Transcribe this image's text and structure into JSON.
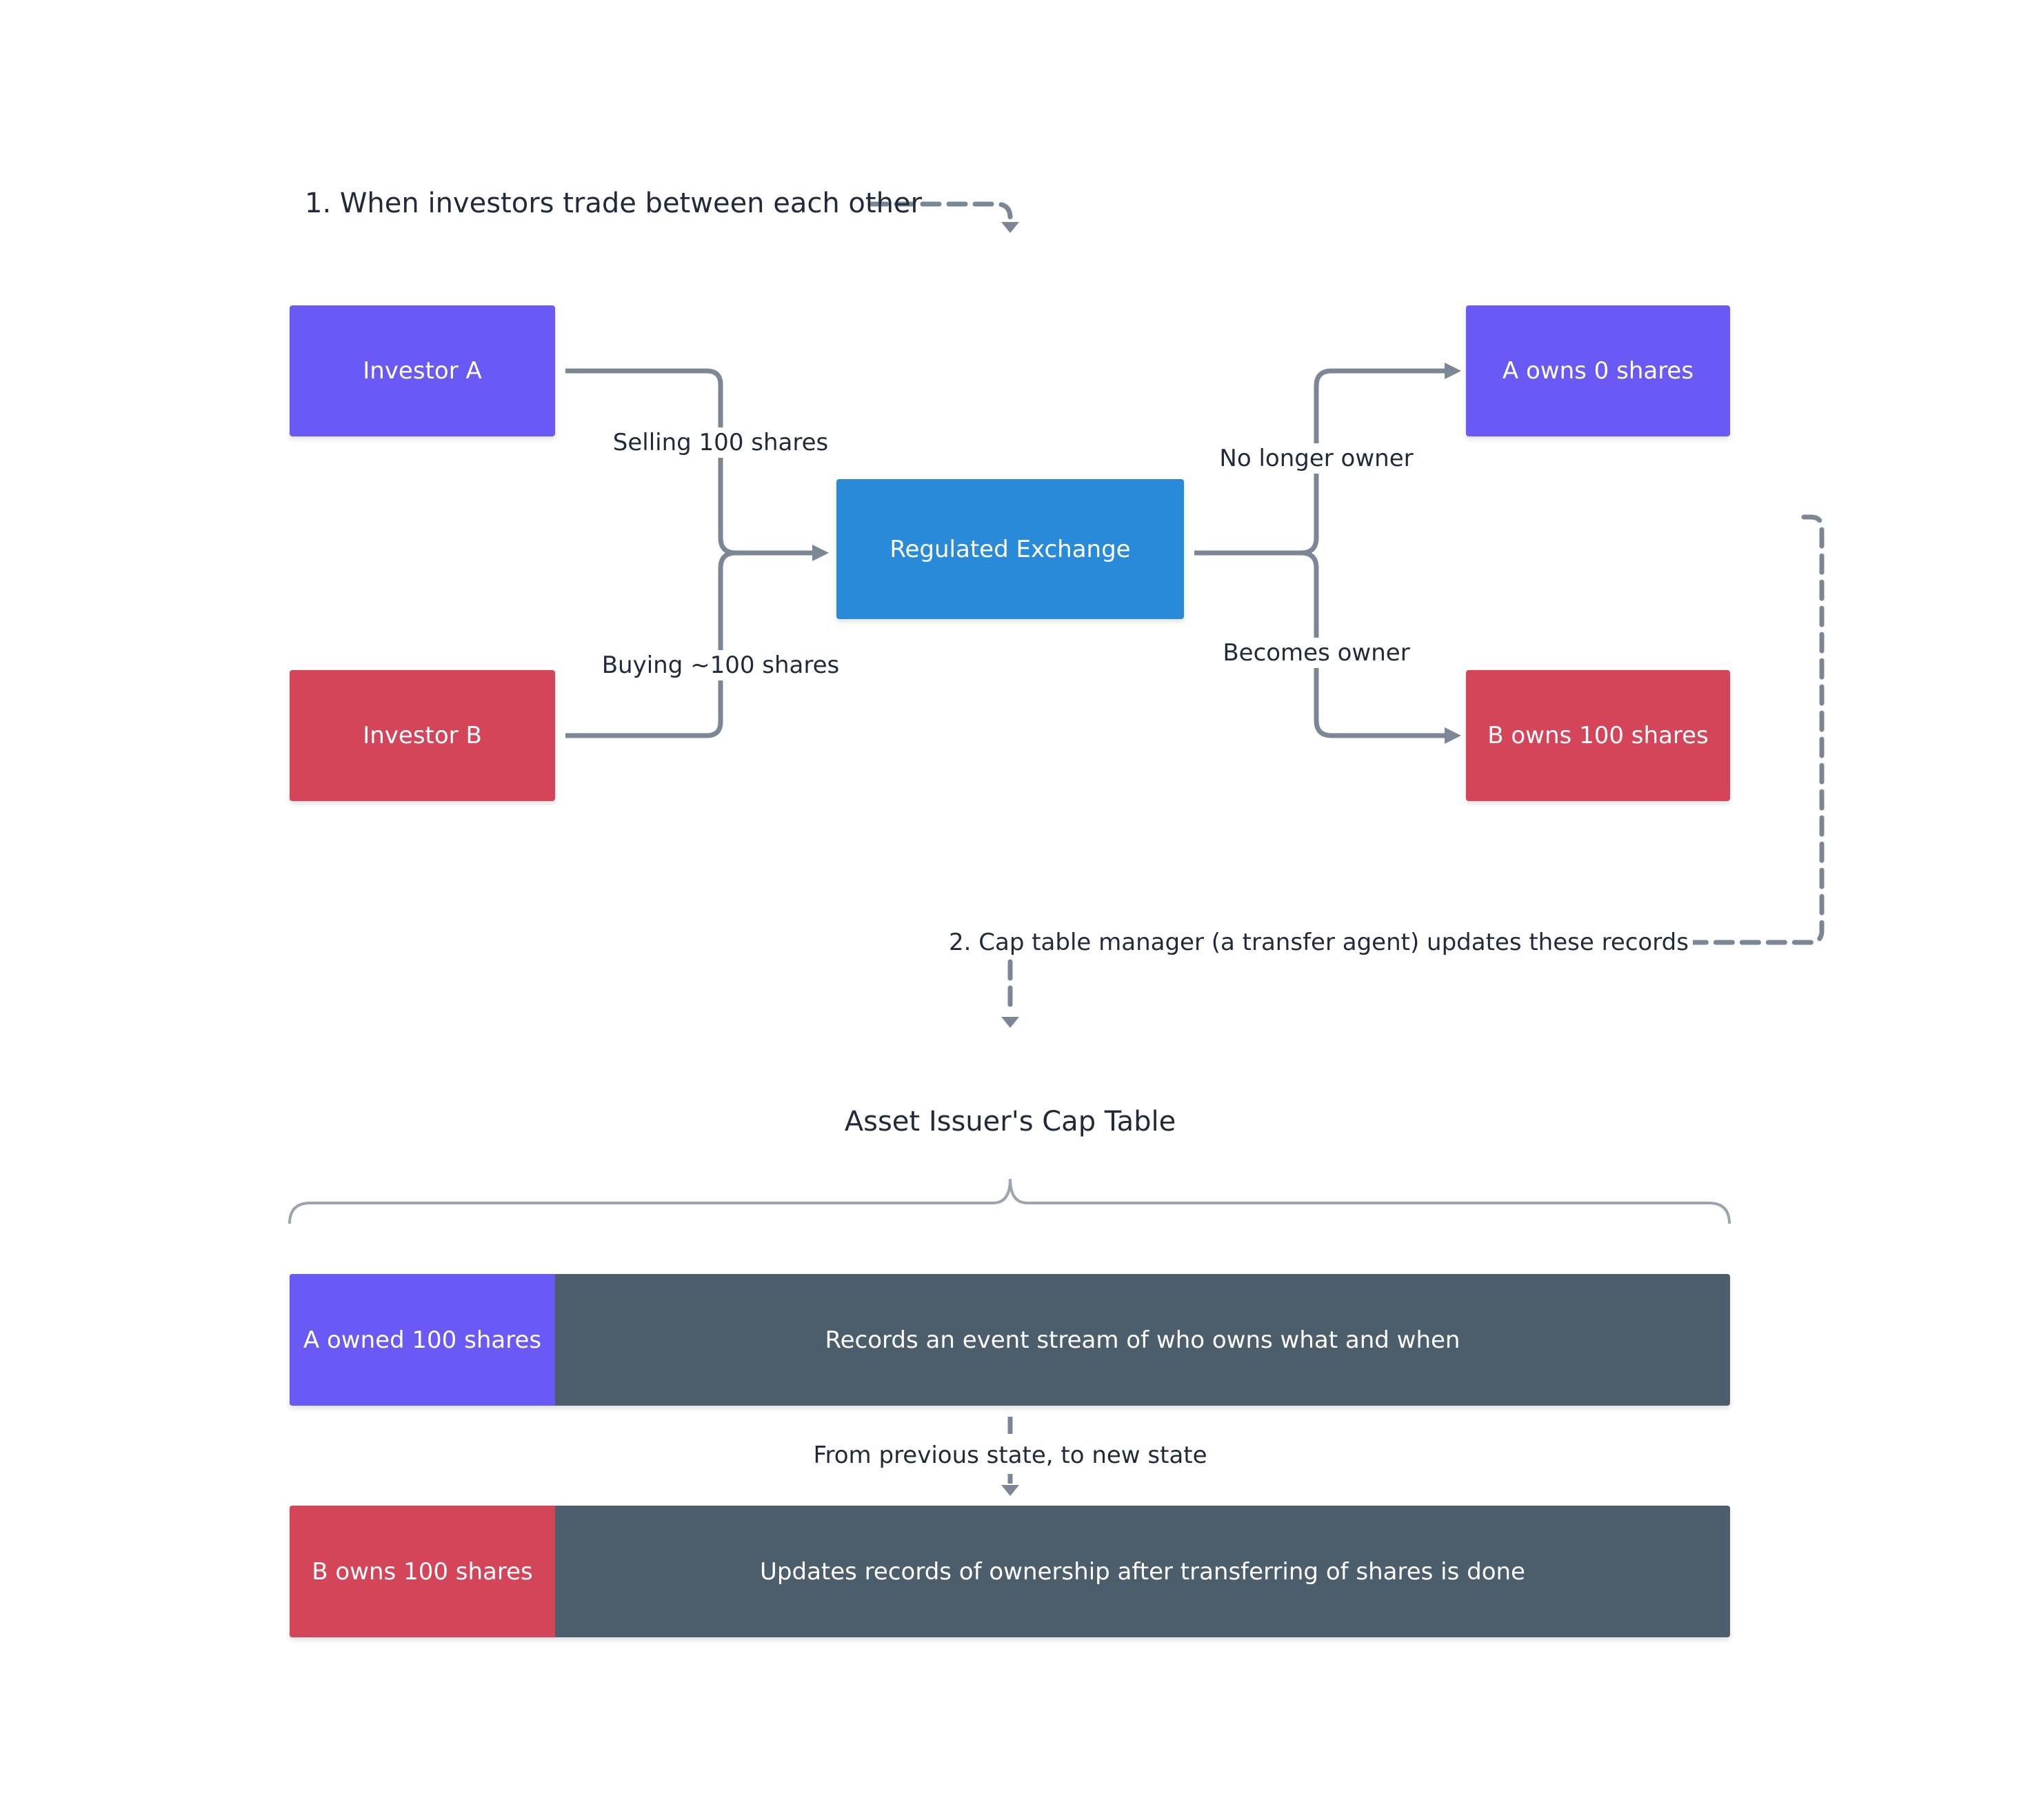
{
  "step1": {
    "label": "1.  When investors trade between each other"
  },
  "nodes": {
    "investor_a": "Investor A",
    "investor_b": "Investor B",
    "exchange": "Regulated Exchange",
    "a_result": "A owns 0 shares",
    "b_result": "B owns 100 shares"
  },
  "edges": {
    "selling": "Selling 100 shares",
    "buying": "Buying ~100 shares",
    "no_longer": "No longer owner",
    "becomes": "Becomes owner"
  },
  "step2": {
    "label": "2. Cap table manager (a transfer agent) updates these records"
  },
  "cap_table": {
    "title": "Asset Issuer's Cap Table",
    "row1": {
      "tag": "A owned 100 shares",
      "text": "Records an event stream of who owns what and when"
    },
    "transition": "From previous state, to new state",
    "row2": {
      "tag": "B owns 100 shares",
      "text": "Updates records of ownership after transferring of shares is done"
    }
  },
  "colors": {
    "investor_a": "#6959F5",
    "investor_b": "#D4455A",
    "exchange": "#2A8ADA",
    "record_bar": "#4C5D6B",
    "connector": "#7B8794"
  }
}
